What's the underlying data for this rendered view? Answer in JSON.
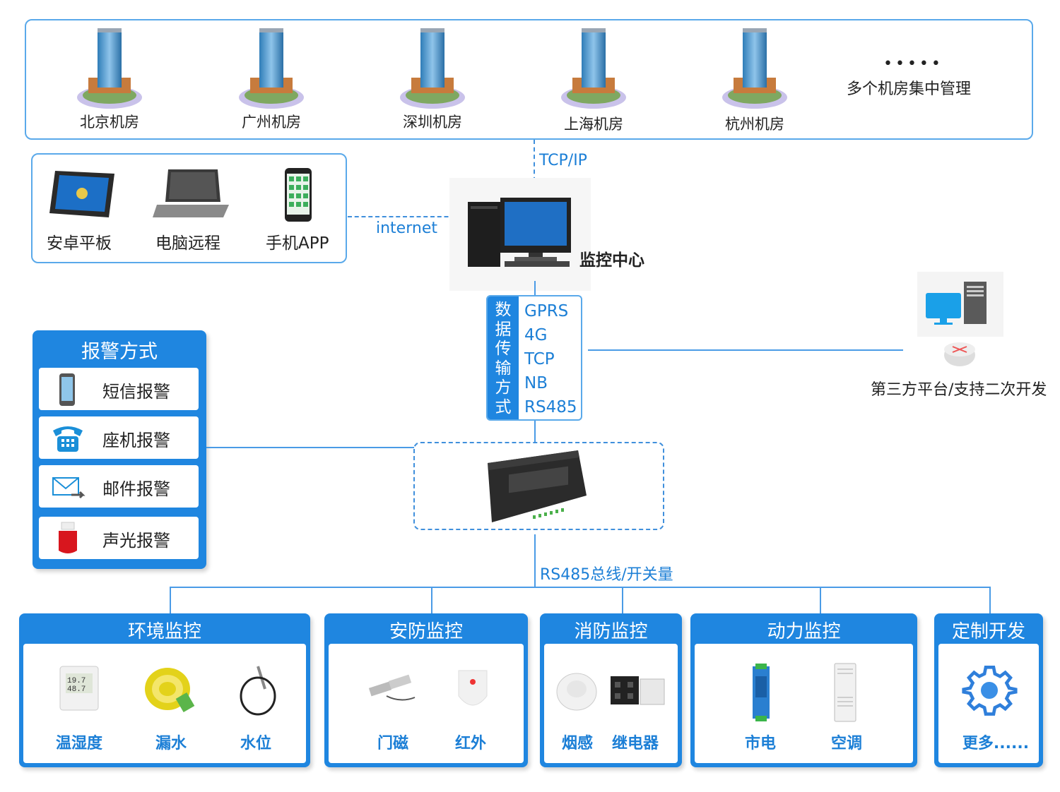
{
  "rooms": {
    "items": [
      {
        "label": "北京机房"
      },
      {
        "label": "广州机房"
      },
      {
        "label": "深圳机房"
      },
      {
        "label": "上海机房"
      },
      {
        "label": "杭州机房"
      }
    ],
    "more_dots": "•••••",
    "more_label": "多个机房集中管理"
  },
  "links": {
    "tcpip": "TCP/IP",
    "internet": "internet",
    "bus": "RS485总线/开关量"
  },
  "devices": {
    "items": [
      {
        "label": "安卓平板"
      },
      {
        "label": "电脑远程"
      },
      {
        "label": "手机APP"
      }
    ]
  },
  "center": {
    "label": "监控中心"
  },
  "transmission": {
    "title_chars": [
      "数",
      "据",
      "传",
      "输",
      "方",
      "式"
    ],
    "methods": [
      "GPRS",
      "4G",
      "TCP",
      "NB",
      "RS485"
    ]
  },
  "third_party": {
    "label": "第三方平台/支持二次开发"
  },
  "alarm": {
    "title": "报警方式",
    "items": [
      {
        "label": "短信报警"
      },
      {
        "label": "座机报警"
      },
      {
        "label": "邮件报警"
      },
      {
        "label": "声光报警"
      }
    ]
  },
  "categories": [
    {
      "title": "环境监控",
      "items": [
        "温湿度",
        "漏水",
        "水位"
      ]
    },
    {
      "title": "安防监控",
      "items": [
        "门磁",
        "红外"
      ]
    },
    {
      "title": "消防监控",
      "items": [
        "烟感",
        "继电器"
      ]
    },
    {
      "title": "动力监控",
      "items": [
        "市电",
        "空调"
      ]
    },
    {
      "title": "定制开发",
      "items": [
        "更多......"
      ]
    }
  ],
  "colors": {
    "accent": "#1f86e0",
    "border": "#5aa9ea",
    "link": "#1c7fd6"
  }
}
